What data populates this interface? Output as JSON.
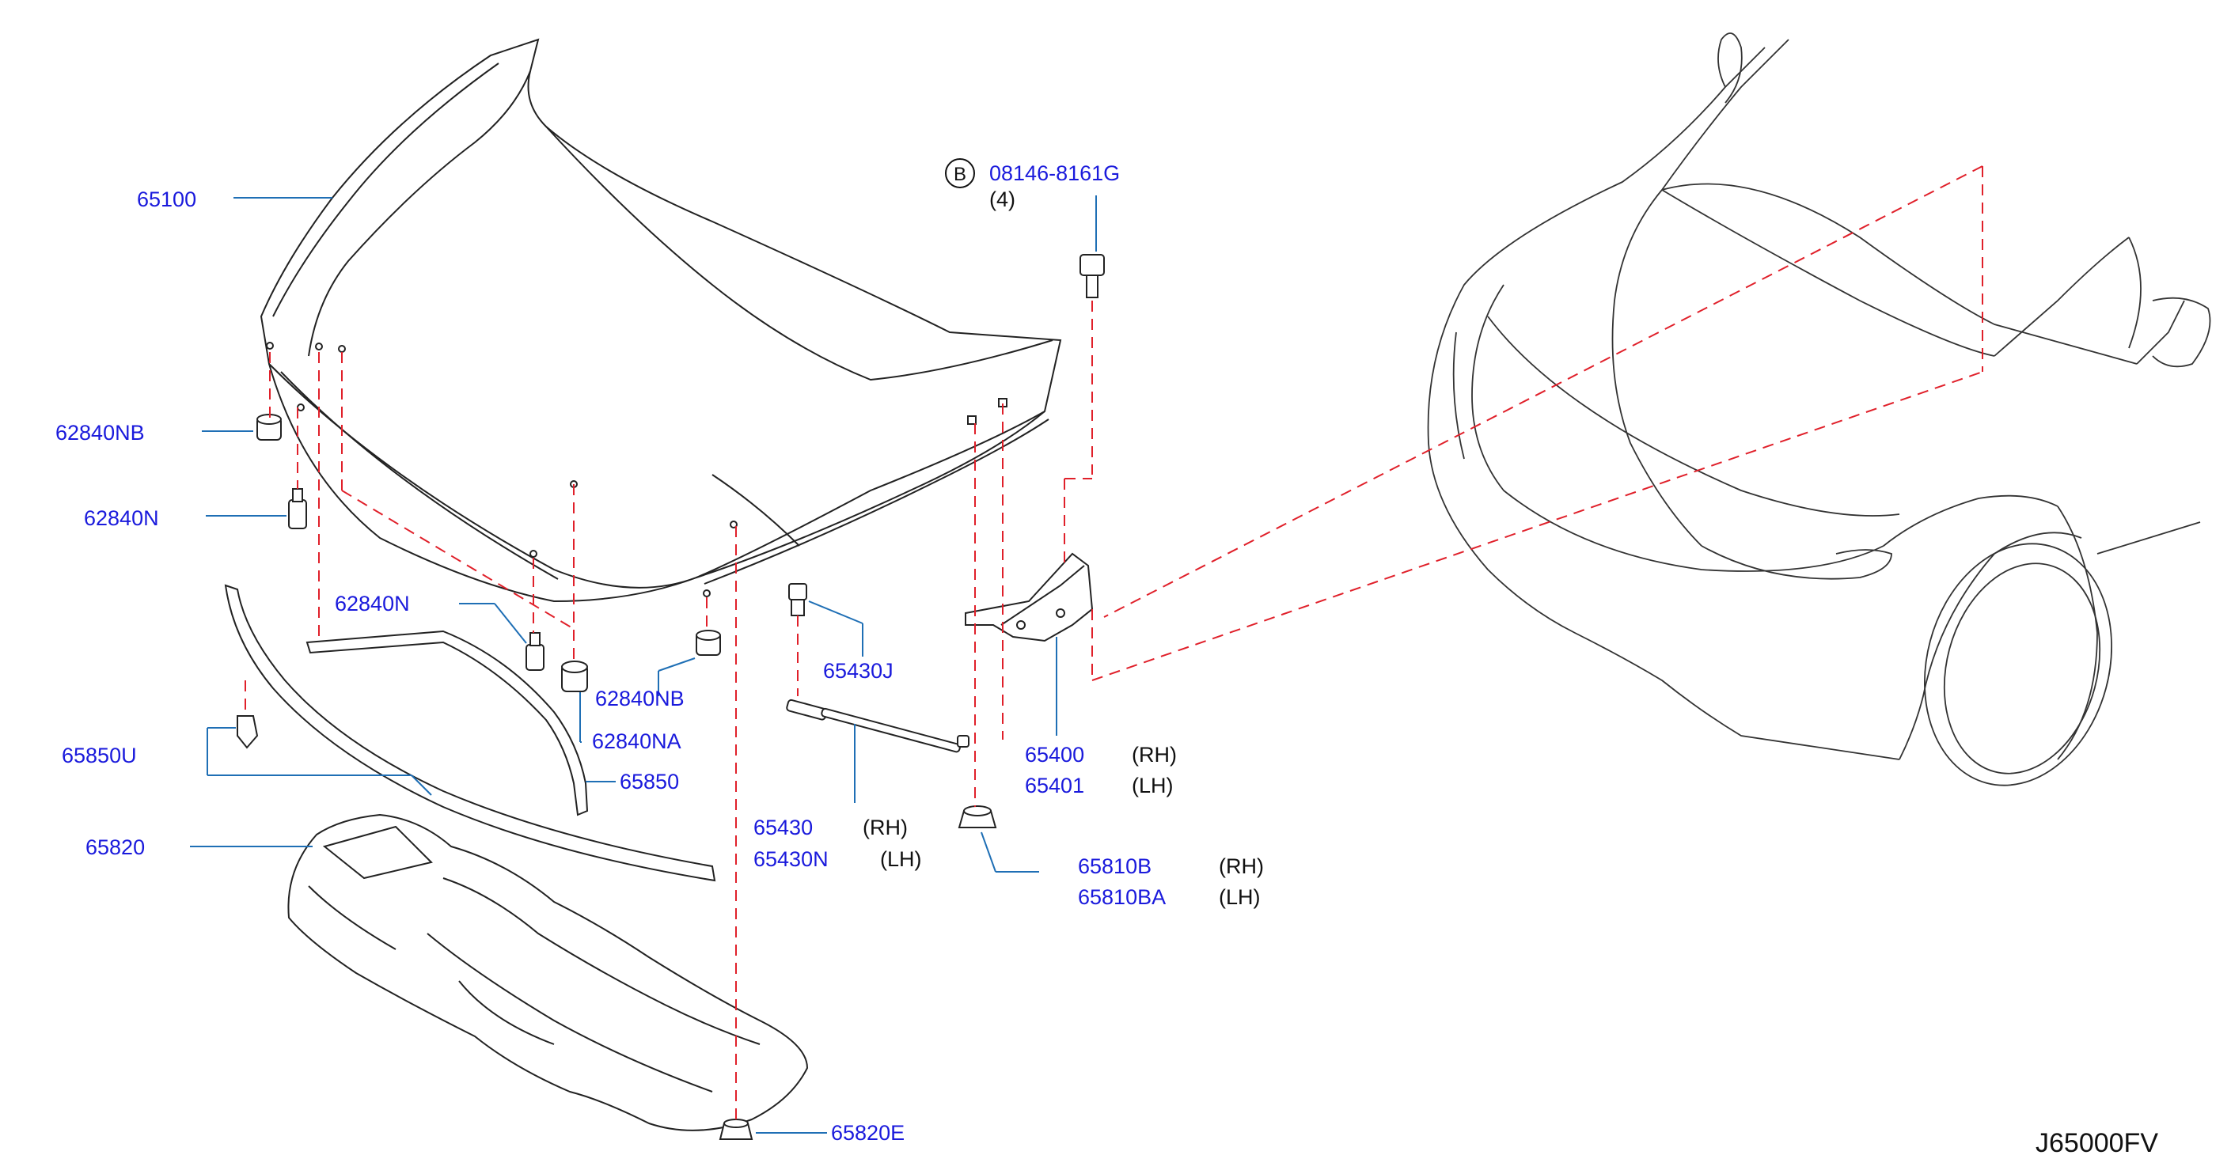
{
  "parts": {
    "hood": "65100",
    "bumper_rubber_nb_left": "62840NB",
    "bumper_rubber_n_left": "62840N",
    "bumper_rubber_n_mid": "62840N",
    "bumper_rubber_nb_mid": "62840NB",
    "bumper_rubber_na": "62840NA",
    "clip": "65850U",
    "seal": "65850",
    "insulator": "65820",
    "insulator_clip": "65820E",
    "stay_clip": "65430J",
    "stay_rh": "65430",
    "stay_lh": "65430N",
    "hinge_rh": "65400",
    "hinge_lh": "65401",
    "grommet_rh": "65810B",
    "grommet_lh": "65810BA",
    "bolt": "08146-8161G"
  },
  "sides": {
    "rh": "(RH)",
    "lh": "(LH)"
  },
  "bolt": {
    "badge": "B",
    "qty": "(4)"
  },
  "diagram_code": "J65000FV"
}
